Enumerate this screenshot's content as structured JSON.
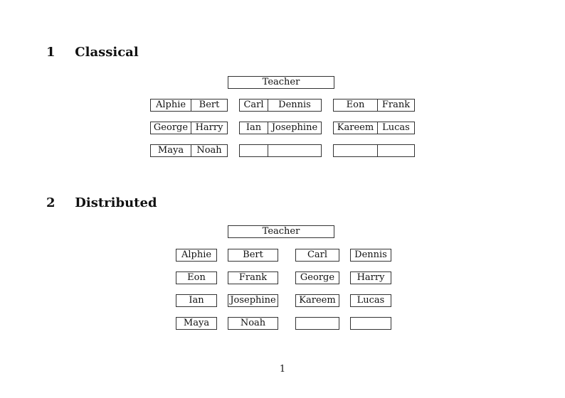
{
  "page": {
    "number": "1",
    "background_color": "#ffffff",
    "border_color": "#333333",
    "text_color": "#111111"
  },
  "sections": [
    {
      "number": "1",
      "title": "Classical",
      "teacher_label": "Teacher",
      "rows": [
        {
          "desks": [
            {
              "seats": [
                "Alphie",
                "Bert"
              ]
            },
            {
              "seats": [
                "Carl",
                "Dennis"
              ]
            },
            {
              "seats": [
                "Eon",
                "Frank"
              ]
            }
          ]
        },
        {
          "desks": [
            {
              "seats": [
                "George",
                "Harry"
              ]
            },
            {
              "seats": [
                "Ian",
                "Josephine"
              ]
            },
            {
              "seats": [
                "Kareem",
                "Lucas"
              ]
            }
          ]
        },
        {
          "desks": [
            {
              "seats": [
                "Maya",
                "Noah"
              ]
            },
            {
              "seats": [
                "",
                ""
              ]
            },
            {
              "seats": [
                "",
                ""
              ]
            }
          ]
        }
      ]
    },
    {
      "number": "2",
      "title": "Distributed",
      "teacher_label": "Teacher",
      "rows": [
        {
          "desks": [
            "Alphie",
            "Bert",
            "Carl",
            "Dennis"
          ]
        },
        {
          "desks": [
            "Eon",
            "Frank",
            "George",
            "Harry"
          ]
        },
        {
          "desks": [
            "Ian",
            "Josephine",
            "Kareem",
            "Lucas"
          ]
        },
        {
          "desks": [
            "Maya",
            "Noah",
            "",
            ""
          ]
        }
      ]
    }
  ]
}
